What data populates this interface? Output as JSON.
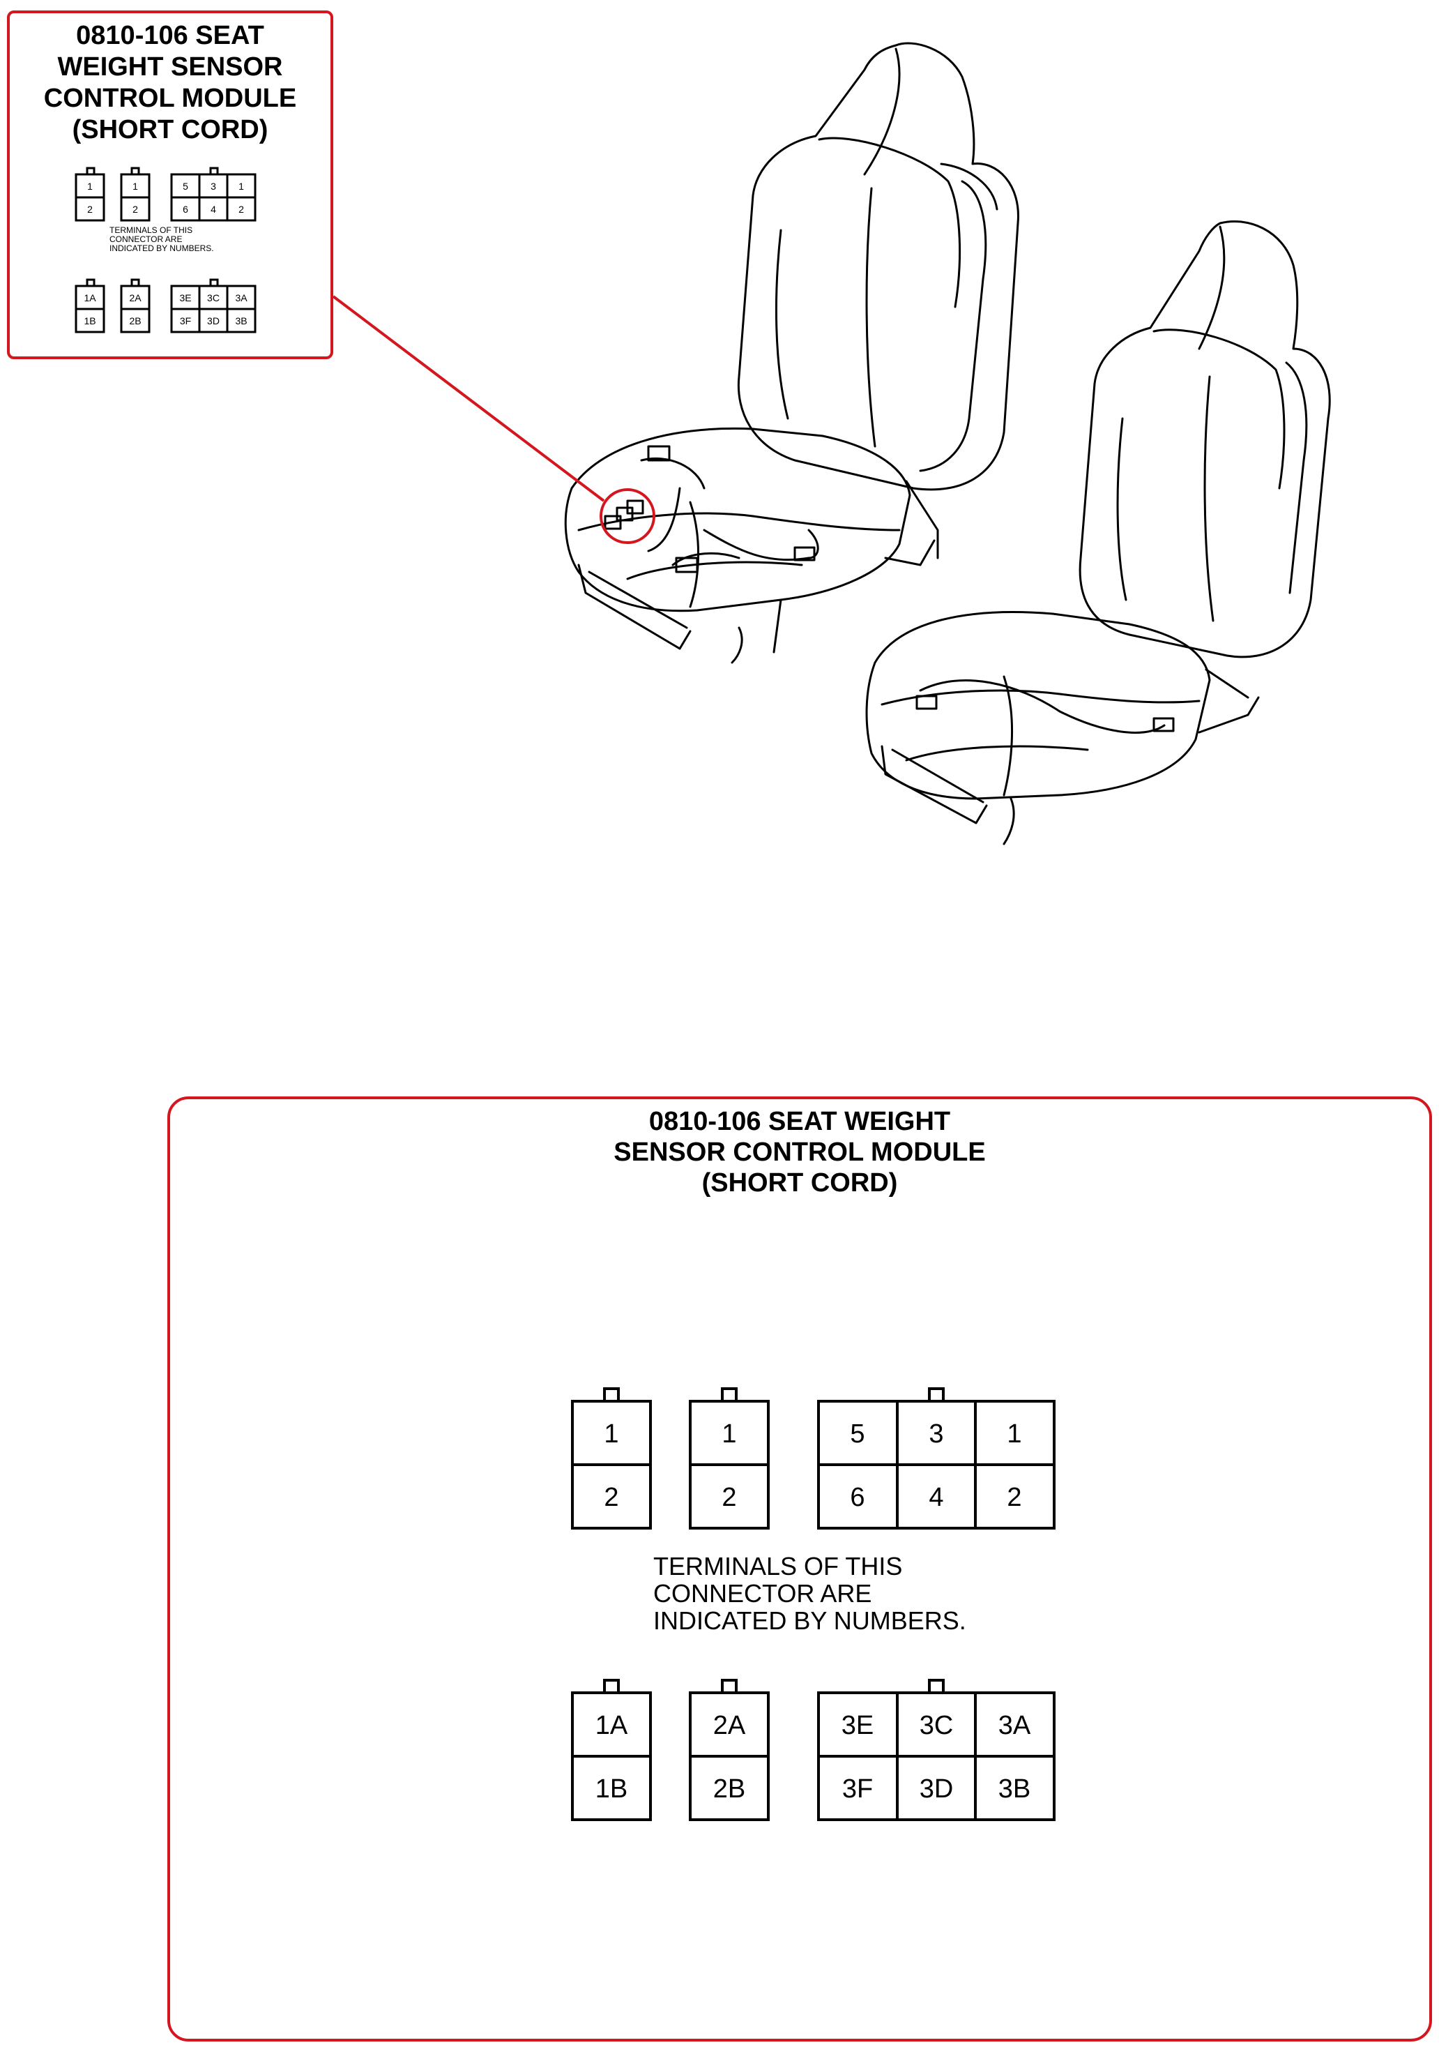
{
  "small_callout": {
    "title": "0810-106 SEAT\nWEIGHT SENSOR\nCONTROL MODULE\n(SHORT CORD)",
    "note": "TERMINALS OF THIS\nCONNECTOR ARE\nINDICATED BY NUMBERS."
  },
  "large_callout": {
    "title": "0810-106 SEAT WEIGHT\nSENSOR CONTROL MODULE\n(SHORT CORD)",
    "note": "TERMINALS OF THIS\nCONNECTOR ARE\nINDICATED BY NUMBERS."
  },
  "connectors_top": {
    "c1": [
      "1",
      "2"
    ],
    "c2": [
      "1",
      "2"
    ],
    "c3": [
      "5",
      "3",
      "1",
      "6",
      "4",
      "2"
    ]
  },
  "connectors_bottom": {
    "c1": [
      "1A",
      "1B"
    ],
    "c2": [
      "2A",
      "2B"
    ],
    "c3": [
      "3E",
      "3C",
      "3A",
      "3F",
      "3D",
      "3B"
    ]
  },
  "colors": {
    "callout_border": "#d4171e",
    "line": "#000000"
  }
}
